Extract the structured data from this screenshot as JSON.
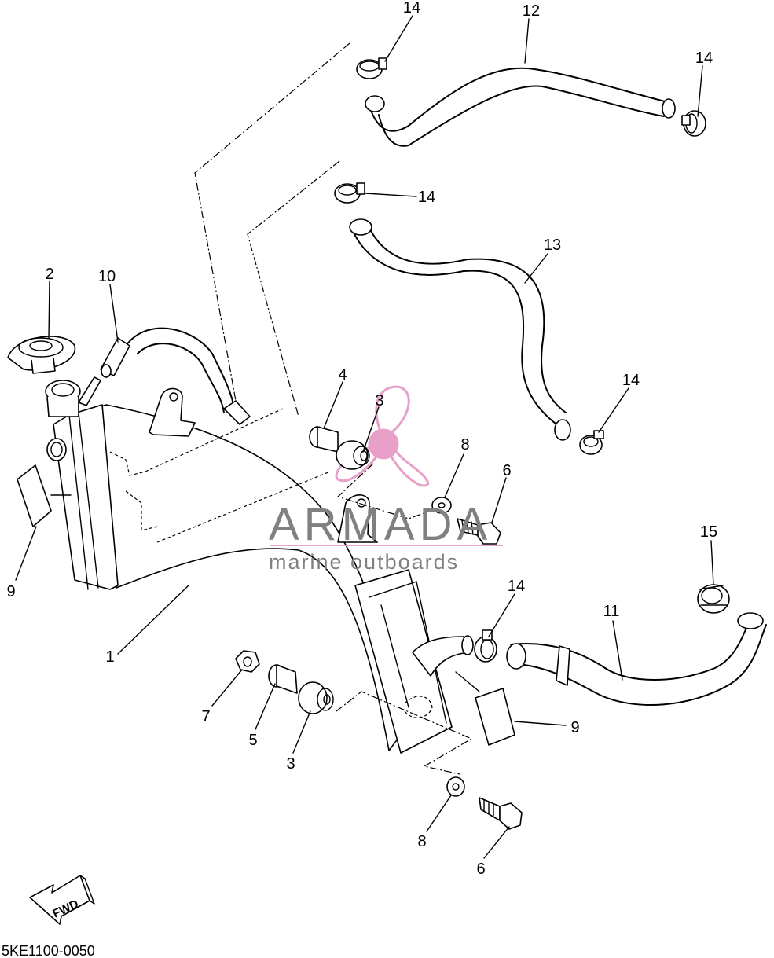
{
  "callouts": [
    {
      "id": "c1",
      "text": "1"
    },
    {
      "id": "c2",
      "text": "2"
    },
    {
      "id": "c3a",
      "text": "3"
    },
    {
      "id": "c3b",
      "text": "3"
    },
    {
      "id": "c4",
      "text": "4"
    },
    {
      "id": "c5",
      "text": "5"
    },
    {
      "id": "c6a",
      "text": "6"
    },
    {
      "id": "c6b",
      "text": "6"
    },
    {
      "id": "c7",
      "text": "7"
    },
    {
      "id": "c8a",
      "text": "8"
    },
    {
      "id": "c8b",
      "text": "8"
    },
    {
      "id": "c9a",
      "text": "9"
    },
    {
      "id": "c9b",
      "text": "9"
    },
    {
      "id": "c10",
      "text": "10"
    },
    {
      "id": "c11",
      "text": "11"
    },
    {
      "id": "c12",
      "text": "12"
    },
    {
      "id": "c13",
      "text": "13"
    },
    {
      "id": "c14a",
      "text": "14"
    },
    {
      "id": "c14b",
      "text": "14"
    },
    {
      "id": "c14c",
      "text": "14"
    },
    {
      "id": "c14d",
      "text": "14"
    },
    {
      "id": "c14e",
      "text": "14"
    },
    {
      "id": "c15",
      "text": "15"
    }
  ],
  "watermark": {
    "brand": "ARMADA",
    "tagline": "marine outboards",
    "colors": {
      "text": "#808080",
      "accent": "#e8a0c8"
    }
  },
  "fwd_label": "FWD",
  "diagram_code": "5KE1100-0050"
}
